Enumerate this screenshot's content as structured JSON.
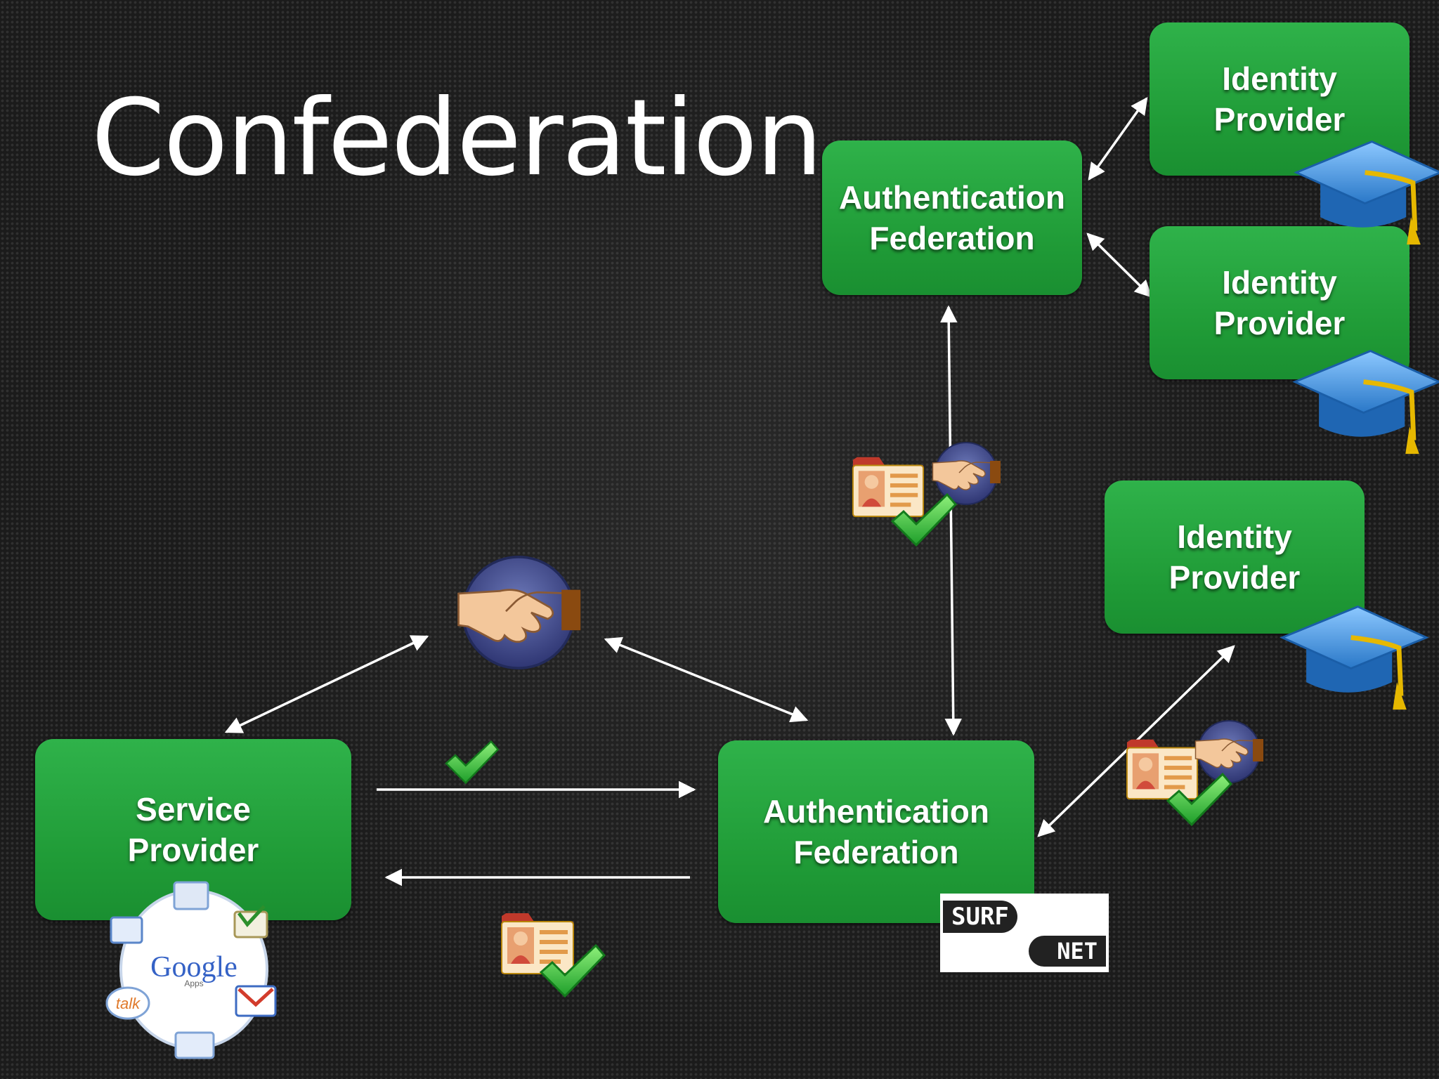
{
  "slide": {
    "title": "Confederation"
  },
  "boxes": {
    "idp_top": {
      "line1": "Identity",
      "line2": "Provider"
    },
    "idp_mid": {
      "line1": "Identity",
      "line2": "Provider"
    },
    "idp_lower": {
      "line1": "Identity",
      "line2": "Provider"
    },
    "af_top": {
      "line1": "Authentication",
      "line2": "Federation"
    },
    "af_bottom": {
      "line1": "Authentication",
      "line2": "Federation"
    },
    "sp": {
      "line1": "Service",
      "line2": "Provider"
    }
  },
  "logos": {
    "surfnet": {
      "line1": "SURF",
      "line2": "NET"
    },
    "google": {
      "name": "Google",
      "sub": "Apps",
      "talk": "talk"
    }
  },
  "colors": {
    "box_green": "#22a33b",
    "background": "#1b1b1b",
    "arrow": "#ffffff",
    "check": "#3cc43c",
    "cap_blue": "#3d8fd9",
    "tassel": "#e6b800"
  },
  "icons": [
    "graduation-cap-icon",
    "handshake-icon",
    "id-card-icon",
    "checkmark-icon",
    "google-apps-logo",
    "surfnet-logo"
  ]
}
